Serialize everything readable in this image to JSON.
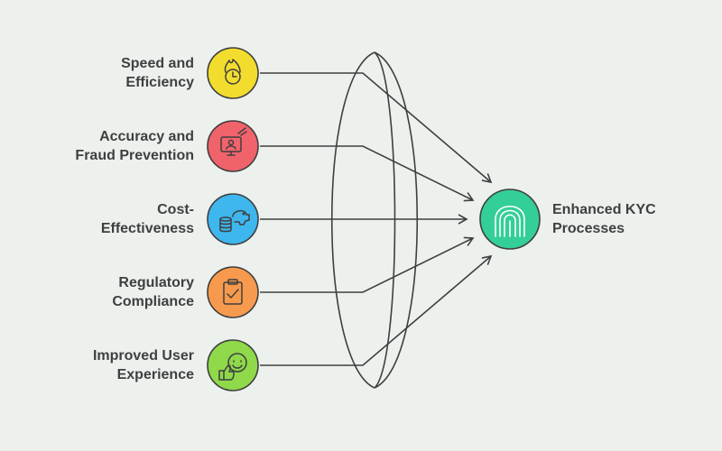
{
  "inputs": [
    {
      "line1": "Speed and",
      "line2": "Efficiency",
      "color": "#f2dd2e",
      "icon": "stopwatch-fire-icon"
    },
    {
      "line1": "Accuracy and",
      "line2": "Fraud Prevention",
      "color": "#f0636b",
      "icon": "monitor-user-icon"
    },
    {
      "line1": "Cost-",
      "line2": "Effectiveness",
      "color": "#3eb6ee",
      "icon": "piggy-bank-coins-icon"
    },
    {
      "line1": "Regulatory",
      "line2": "Compliance",
      "color": "#f79a4e",
      "icon": "clipboard-check-icon"
    },
    {
      "line1": "Improved User",
      "line2": "Experience",
      "color": "#8fd94a",
      "icon": "thumbs-up-smile-icon"
    }
  ],
  "output": {
    "line1": "Enhanced KYC",
    "line2": "Processes",
    "color": "#33cf97",
    "icon": "fingerprint-icon"
  },
  "colors": {
    "stroke": "#3f3f3f",
    "background": "#ecf1ee"
  }
}
